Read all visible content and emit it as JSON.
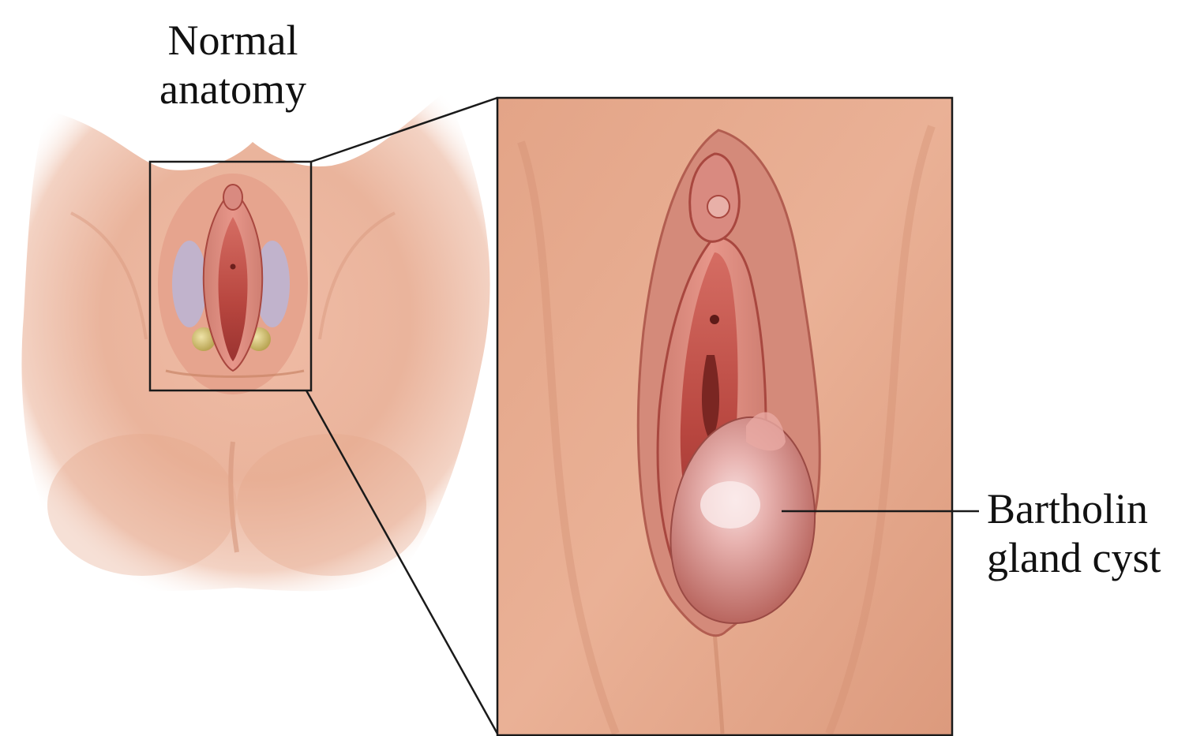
{
  "labels": {
    "normal_line1": "Normal",
    "normal_line2": "anatomy",
    "cyst_line1": "Bartholin",
    "cyst_line2": "gland cyst"
  },
  "colors": {
    "skin_light": "#f6d2c0",
    "skin_mid": "#e9aa90",
    "skin_shadow": "#c98466",
    "tissue_dark": "#8e2f2a",
    "tissue_mid": "#c75a52",
    "tissue_pink": "#e7968a",
    "gland_yellow": "#d8c77a",
    "gland_violet": "#b8b6dc",
    "cyst_pink": "#e8b3b0",
    "outline": "#1a1a1a"
  },
  "icons": {
    "normal_view": "normal-anatomy-illustration",
    "zoom_view": "cyst-closeup-illustration"
  }
}
